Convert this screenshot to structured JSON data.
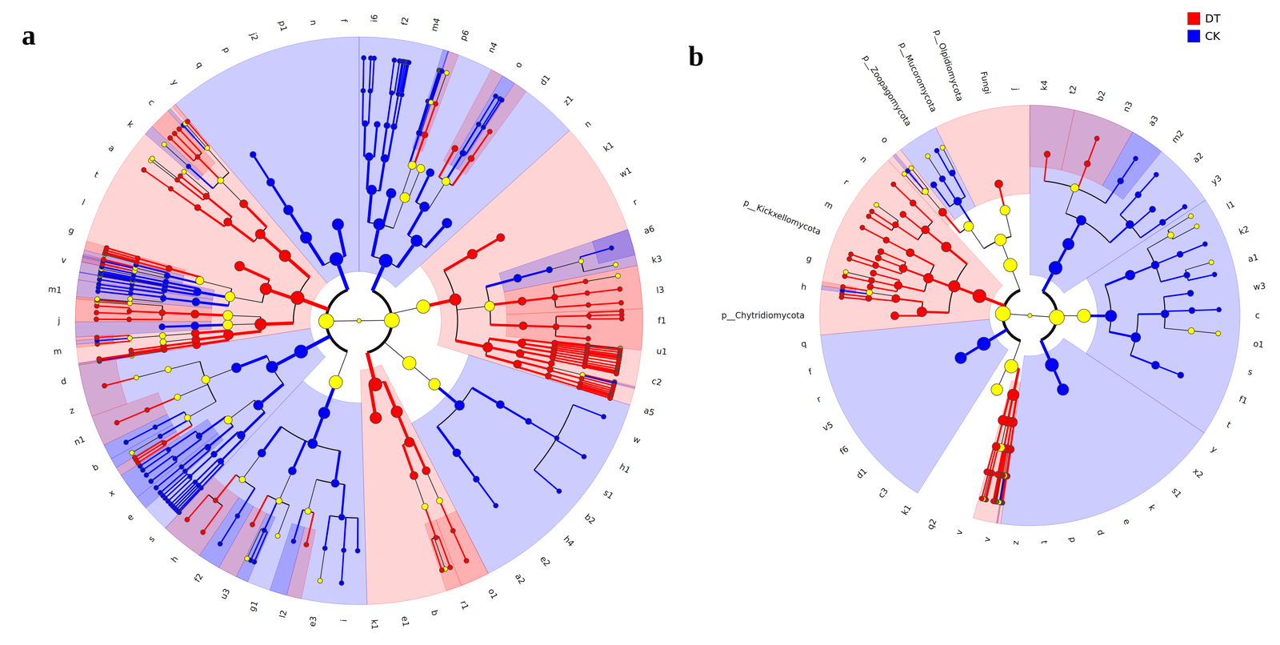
{
  "diagram": {
    "labels": [
      "a",
      "b",
      "f",
      "n",
      "p1",
      "j2",
      "p",
      "q",
      "y",
      "c",
      "k",
      "a",
      "t",
      "l",
      "g",
      "v",
      "m1",
      "j",
      "m",
      "d",
      "z",
      "n1",
      "b",
      "x",
      "e",
      "s",
      "h",
      "f2",
      "u3",
      "g1",
      "l2",
      "e3",
      "i",
      "k1",
      "e1",
      "b",
      "r1",
      "o1",
      "a2",
      "e2",
      "h4",
      "b2",
      "s1",
      "h1",
      "w",
      "a5",
      "c2",
      "u1",
      "f1",
      "l3",
      "k3",
      "a6",
      "r",
      "w1",
      "k1",
      "n",
      "z1",
      "d1",
      "o",
      "n4",
      "p6",
      "m4",
      "f2",
      "i6",
      "j",
      "Fungi",
      "p__Olpidiomycota",
      "p__Mucoromycota",
      "p__Zoopagomycota",
      "o",
      "n",
      "r",
      "m",
      "p__Kickxellomycota",
      "g",
      "h",
      "p__Chytridiomycota",
      "q",
      "f",
      "r",
      "v5",
      "f6",
      "d1",
      "c3",
      "k1",
      "q2",
      "v",
      "v",
      "z",
      "t",
      "p",
      "d",
      "e",
      "k",
      "s1",
      "x2",
      "y",
      "t",
      "f1",
      "s",
      "o1",
      "c",
      "w3",
      "a1",
      "k2",
      "l1",
      "y3",
      "a2",
      "m2",
      "a3",
      "n3",
      "b2",
      "t2",
      "k4"
    ],
    "legend": [
      {
        "text": "DT",
        "color": "#ff0000"
      },
      {
        "text": "CK",
        "color": "#0000ff"
      }
    ]
  }
}
